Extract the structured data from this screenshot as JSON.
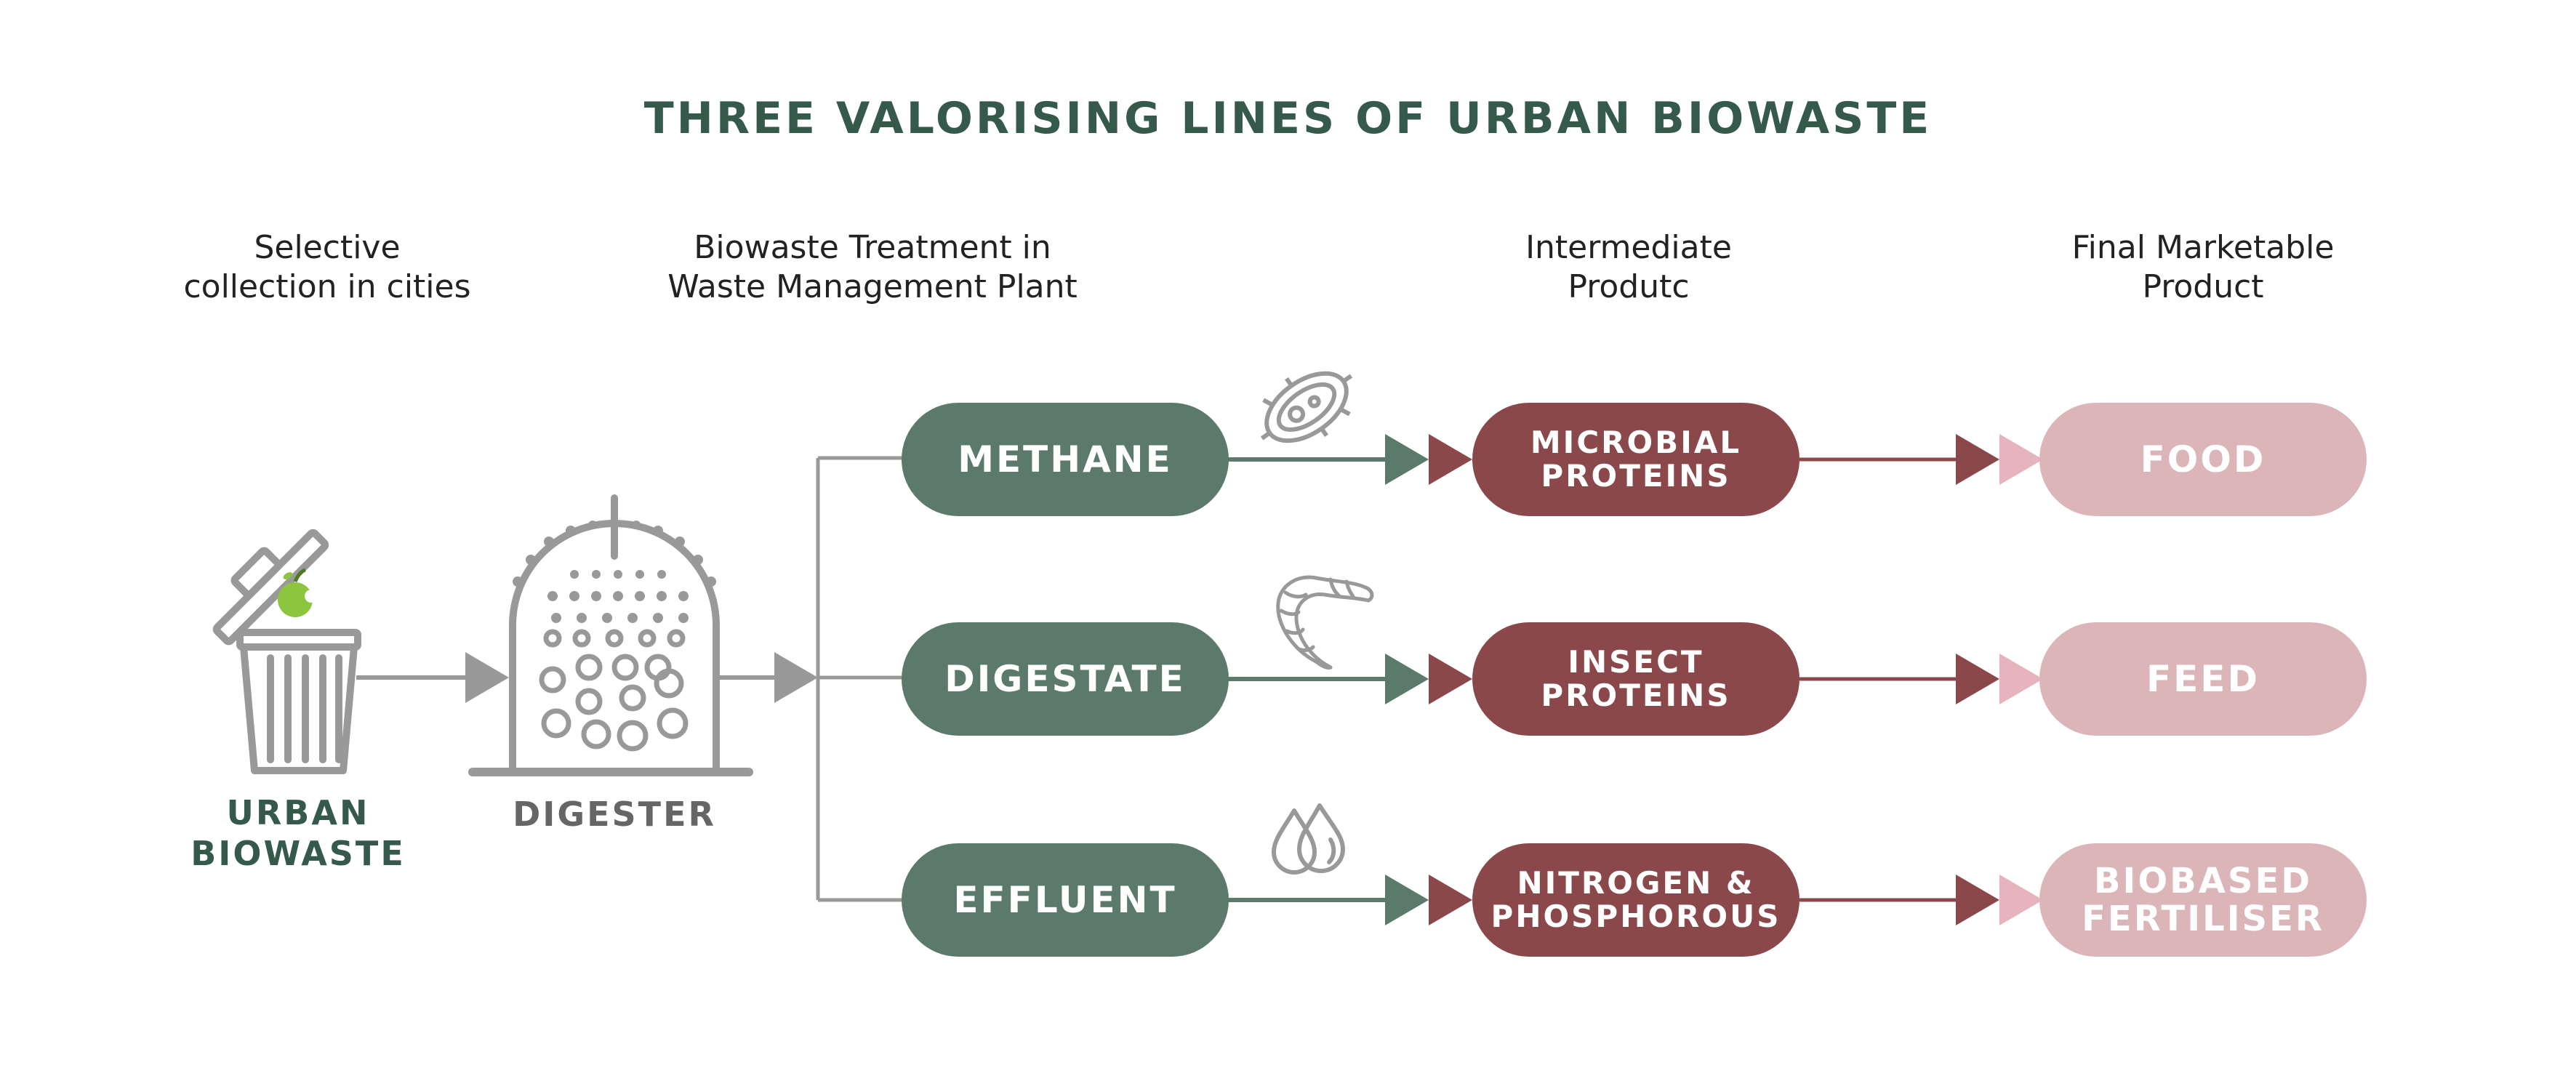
{
  "title": "THREE VALORISING LINES OF URBAN BIOWASTE",
  "column_headers": {
    "collection": [
      "Selective",
      "collection in cities"
    ],
    "treatment": [
      "Biowaste Treatment in",
      "Waste Management Plant"
    ],
    "intermediate": [
      "Intermediate",
      "Produtc"
    ],
    "final": [
      "Final Marketable",
      "Product"
    ]
  },
  "sources": {
    "bin_label": [
      "URBAN",
      "BIOWASTE"
    ],
    "digester_label": "DIGESTER"
  },
  "lines": [
    {
      "output": "METHANE",
      "icon": "microbe-icon",
      "intermediate": [
        "MICROBIAL",
        "PROTEINS"
      ],
      "final": [
        "FOOD"
      ]
    },
    {
      "output": "DIGESTATE",
      "icon": "larva-icon",
      "intermediate": [
        "INSECT",
        "PROTEINS"
      ],
      "final": [
        "FEED"
      ]
    },
    {
      "output": "EFFLUENT",
      "icon": "droplets-icon",
      "intermediate": [
        "NITROGEN &",
        "PHOSPHOROUS"
      ],
      "final": [
        "BIOBASED",
        "FERTILISER"
      ]
    }
  ],
  "colors": {
    "title": "#35594a",
    "green": "#5b7a6b",
    "red": "#8a484b",
    "pink": "#dcb5b9",
    "pink_arrow": "#e6b4bc",
    "gray": "#999999",
    "apple": "#8cc63f",
    "source_label_green": "#35594a",
    "source_label_gray": "#666666"
  }
}
